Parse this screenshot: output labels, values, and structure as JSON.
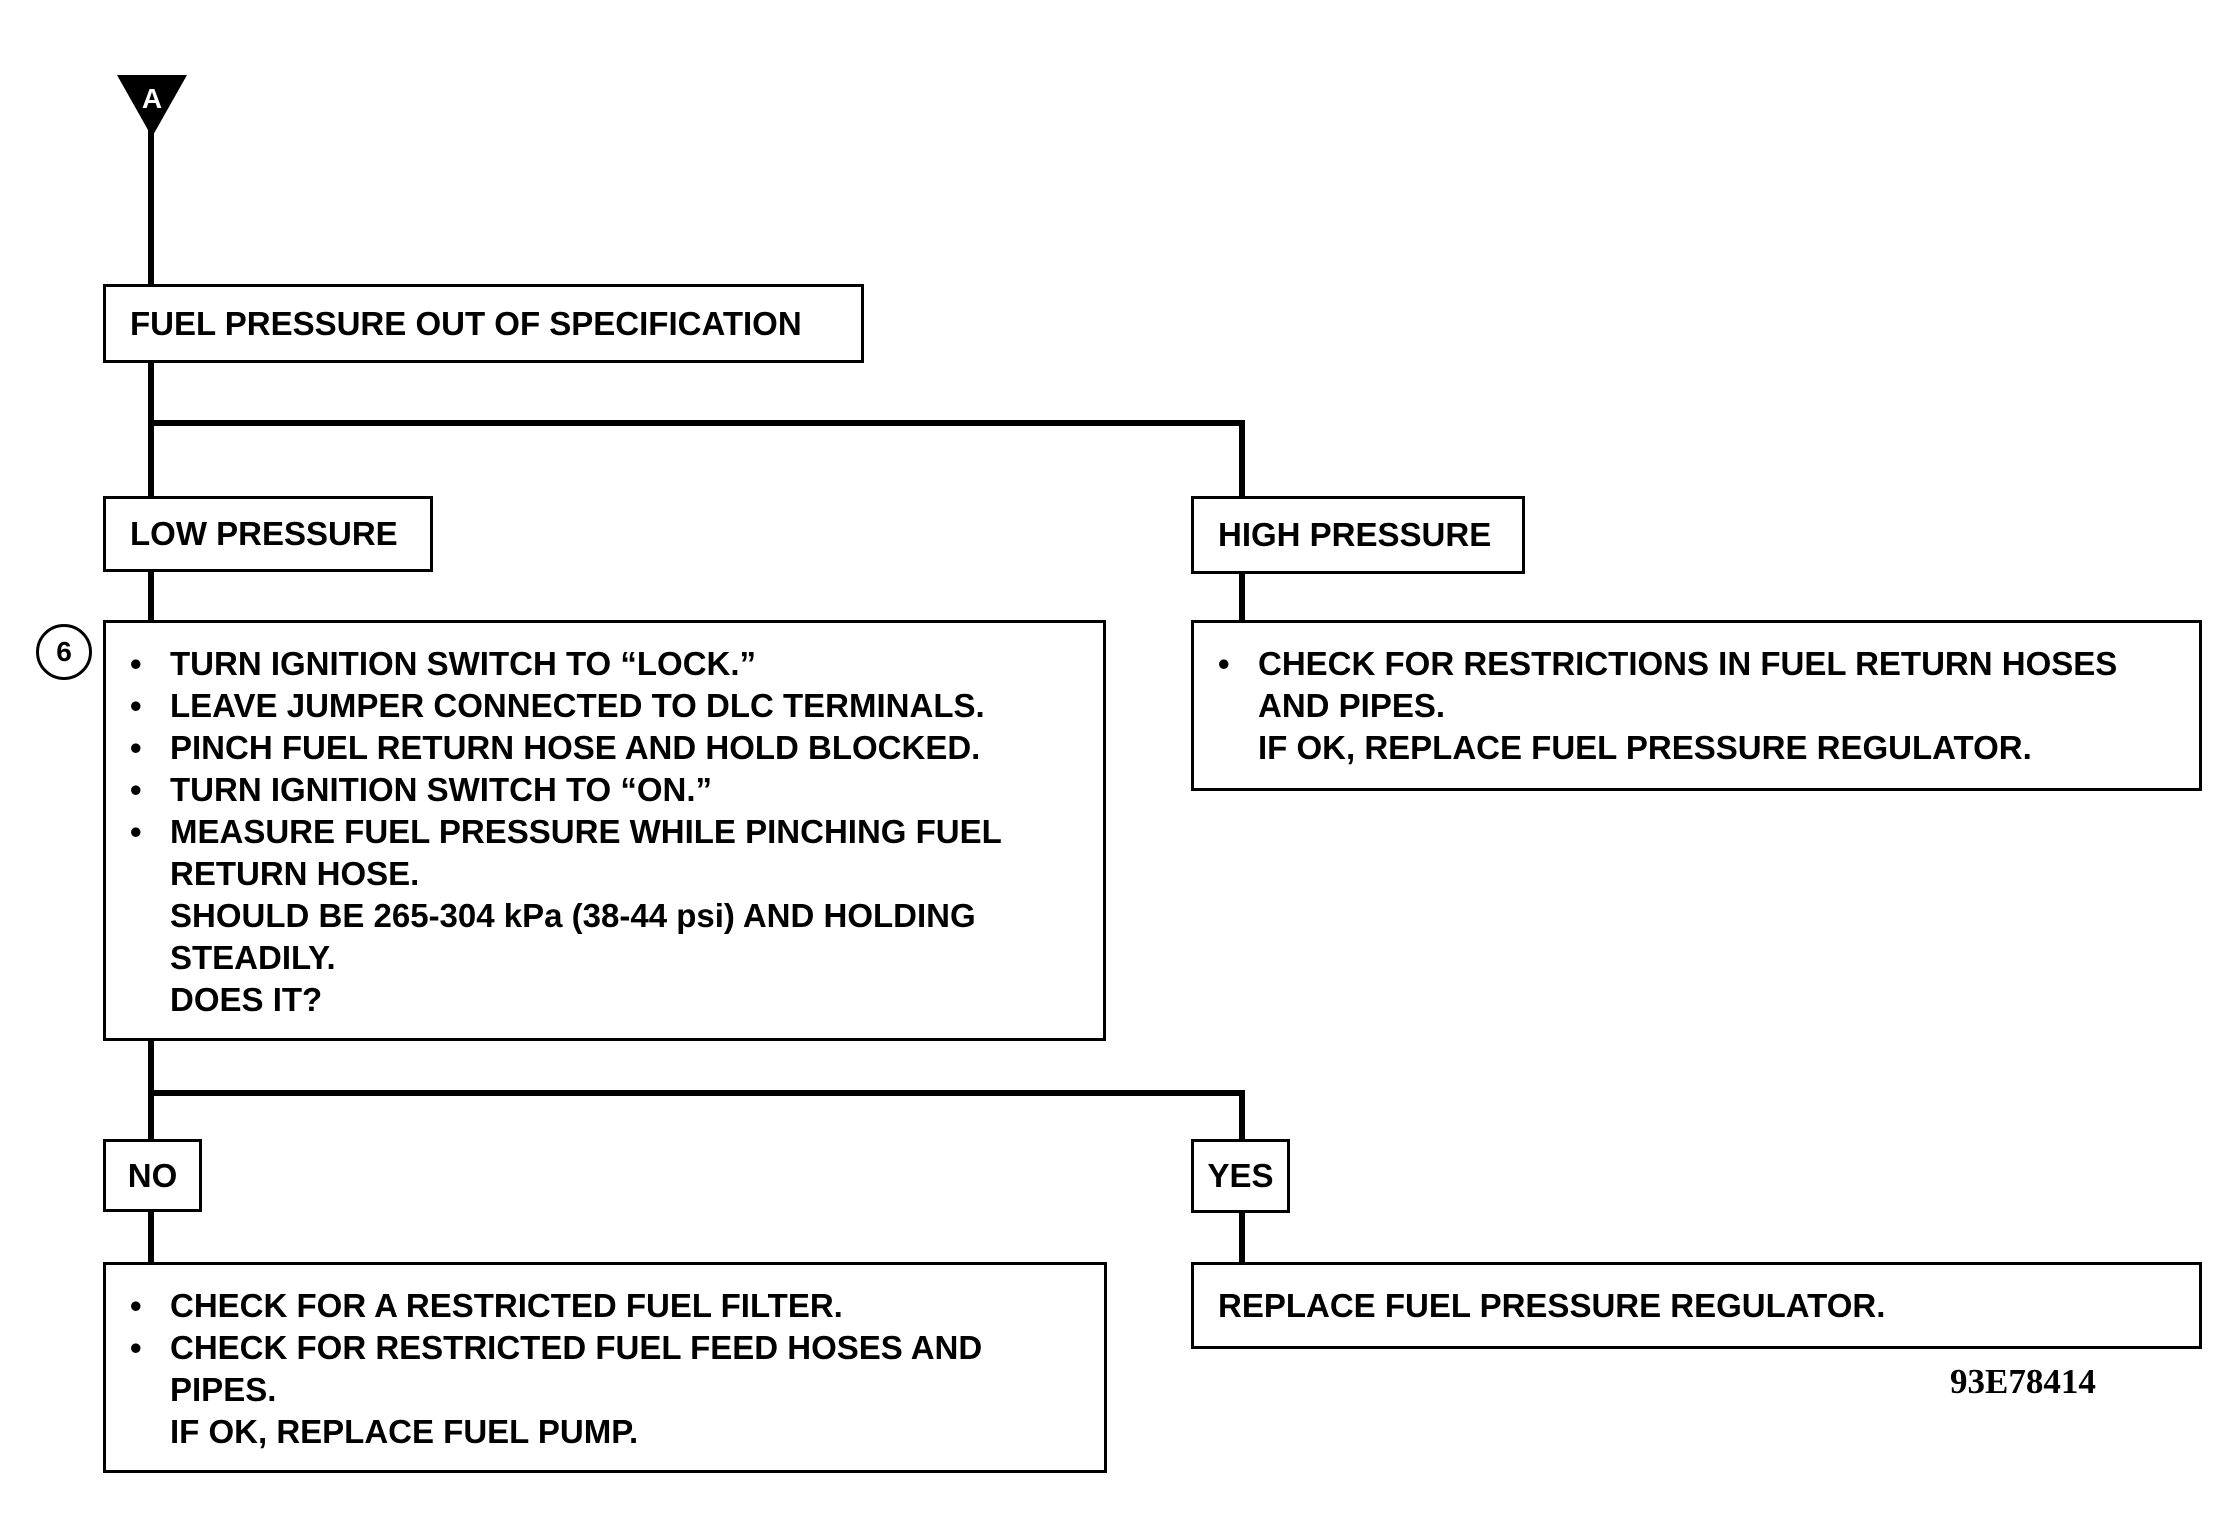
{
  "connector": {
    "label": "A"
  },
  "step_number": "6",
  "nodes": {
    "start": {
      "text": "FUEL PRESSURE OUT OF SPECIFICATION"
    },
    "low": {
      "text": "LOW PRESSURE"
    },
    "high": {
      "text": "HIGH PRESSURE"
    },
    "test": {
      "bullets": [
        "TURN IGNITION SWITCH TO “LOCK.”",
        "LEAVE JUMPER CONNECTED TO DLC TERMINALS.",
        "PINCH FUEL RETURN HOSE AND HOLD BLOCKED.",
        "TURN IGNITION SWITCH TO “ON.”",
        "MEASURE FUEL PRESSURE WHILE PINCHING FUEL RETURN HOSE."
      ],
      "notes": [
        "SHOULD BE 265-304 kPa (38-44 psi) AND HOLDING STEADILY.",
        "DOES IT?"
      ]
    },
    "high_action": {
      "bullets": [
        "CHECK FOR RESTRICTIONS IN FUEL RETURN HOSES AND PIPES."
      ],
      "notes": [
        "IF OK, REPLACE FUEL PRESSURE REGULATOR."
      ]
    },
    "no": {
      "text": "NO"
    },
    "yes": {
      "text": "YES"
    },
    "no_action": {
      "bullets": [
        "CHECK FOR A RESTRICTED FUEL FILTER.",
        "CHECK FOR RESTRICTED FUEL FEED HOSES AND PIPES."
      ],
      "notes": [
        "IF OK, REPLACE FUEL PUMP."
      ]
    },
    "yes_action": {
      "text": "REPLACE FUEL PRESSURE REGULATOR."
    }
  },
  "figure_code": "93E78414"
}
